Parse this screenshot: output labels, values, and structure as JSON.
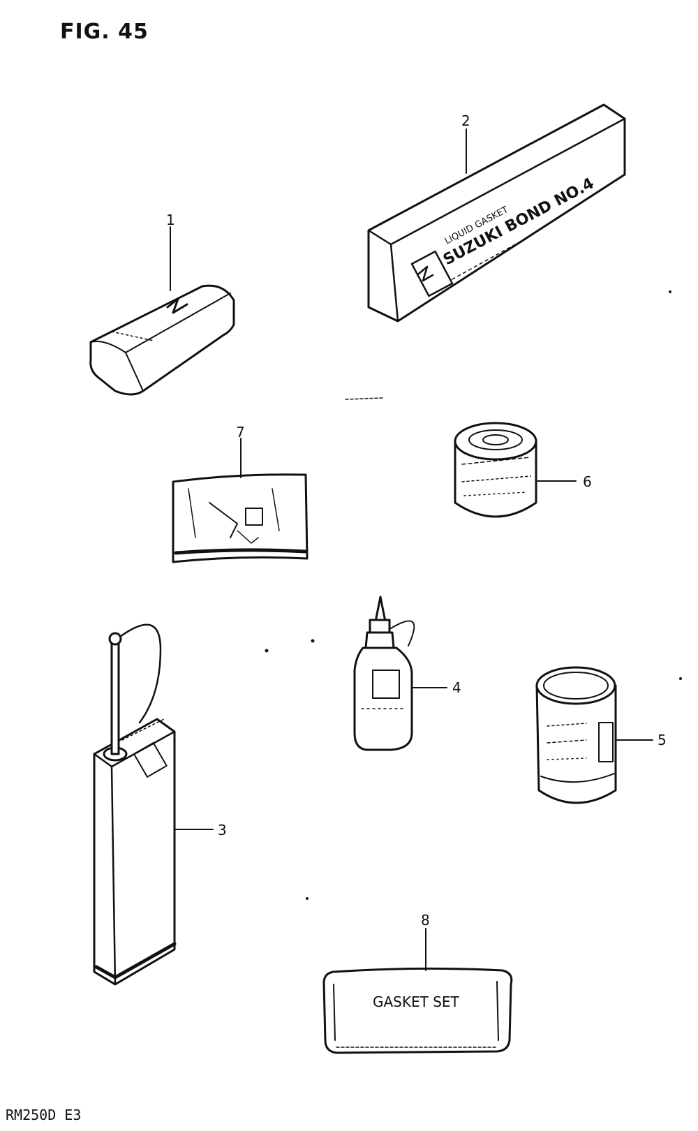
{
  "figure": {
    "title": "FIG. 45",
    "footer": "RM250D E3"
  },
  "callouts": [
    {
      "number": "1"
    },
    {
      "number": "2"
    },
    {
      "number": "3"
    },
    {
      "number": "4"
    },
    {
      "number": "5"
    },
    {
      "number": "6"
    },
    {
      "number": "7"
    },
    {
      "number": "8"
    }
  ],
  "items": {
    "bond_box": {
      "line1": "LIQUID GASKET",
      "line2": "SUZUKI BOND NO.4"
    },
    "gasket_envelope": {
      "label": "GASKET SET"
    }
  }
}
